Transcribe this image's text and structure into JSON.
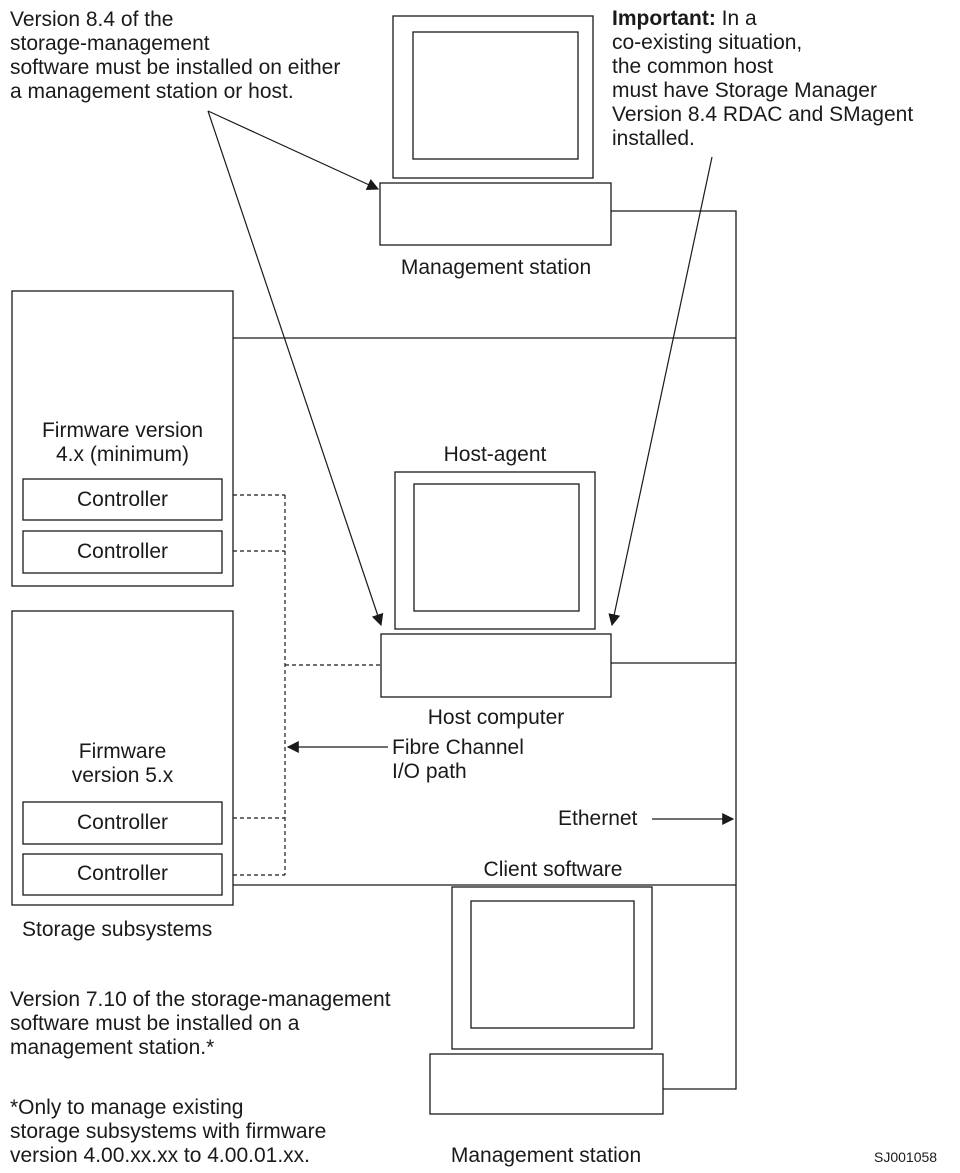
{
  "notes": {
    "top_left": [
      "Version 8.4 of the",
      "storage-management",
      "software must be installed on either",
      "a management station or host."
    ],
    "important_label": "Important:",
    "important_lines": [
      "In a",
      "co-existing situation,",
      "the common host",
      "must have Storage Manager",
      "Version 8.4 RDAC and SMagent",
      "installed."
    ],
    "bottom_left": [
      "Version 7.10 of the storage-management",
      "software must be installed on a",
      "management station.*"
    ],
    "footnote": [
      "*Only to manage existing",
      "storage subsystems with firmware",
      "version 4.00.xx.xx to 4.00.01.xx."
    ]
  },
  "labels": {
    "management_station_top": "Management station",
    "host_agent": "Host-agent",
    "host_computer": "Host computer",
    "client_software": "Client software",
    "management_station_bottom": "Management station",
    "storage_subsystems": "Storage subsystems",
    "ethernet": "Ethernet",
    "fibre_channel": [
      "Fibre Channel",
      "I/O path"
    ],
    "figure_id": "SJ001058"
  },
  "subsystem_top": {
    "firmware": [
      "Firmware version",
      "4.x (minimum)"
    ],
    "controllers": [
      "Controller",
      "Controller"
    ]
  },
  "subsystem_bottom": {
    "firmware": [
      "Firmware",
      "version 5.x"
    ],
    "controllers": [
      "Controller",
      "Controller"
    ]
  }
}
